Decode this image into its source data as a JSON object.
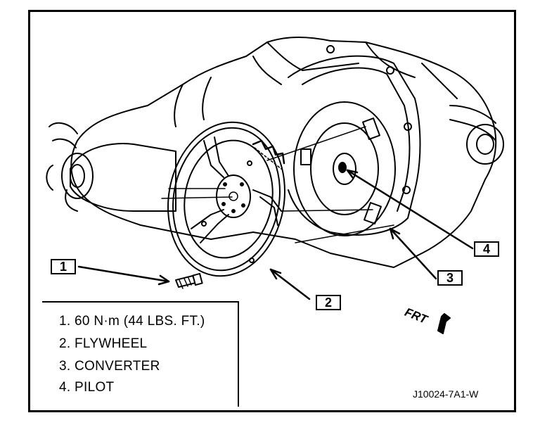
{
  "callouts": [
    {
      "number": "1"
    },
    {
      "number": "2"
    },
    {
      "number": "3"
    },
    {
      "number": "4"
    }
  ],
  "legend": {
    "items": [
      {
        "text": "1. 60 N·m (44 LBS. FT.)"
      },
      {
        "text": "2. FLYWHEEL"
      },
      {
        "text": "3. CONVERTER"
      },
      {
        "text": "4. PILOT"
      }
    ]
  },
  "direction_label": "FRT",
  "figure_id": "J10024-7A1-W"
}
